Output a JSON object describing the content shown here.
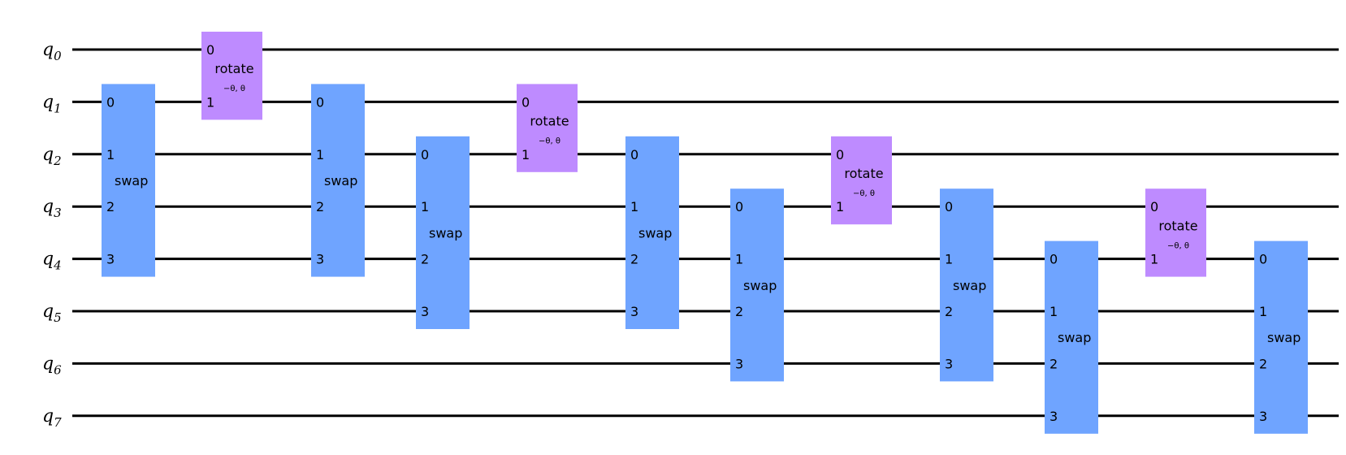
{
  "qubits": [
    {
      "base": "q",
      "index": "0"
    },
    {
      "base": "q",
      "index": "1"
    },
    {
      "base": "q",
      "index": "2"
    },
    {
      "base": "q",
      "index": "3"
    },
    {
      "base": "q",
      "index": "4"
    },
    {
      "base": "q",
      "index": "5"
    },
    {
      "base": "q",
      "index": "6"
    },
    {
      "base": "q",
      "index": "7"
    }
  ],
  "colors": {
    "swap": "#6fa4ff",
    "rotate": "#be8bff",
    "wire": "#000000"
  },
  "gates": [
    {
      "type": "swap",
      "label": "swap",
      "first_qubit": 1,
      "ports": [
        "0",
        "1",
        "2",
        "3"
      ]
    },
    {
      "type": "rotate",
      "label": "rotate",
      "param": "−θ, θ",
      "first_qubit": 0,
      "ports": [
        "0",
        "1"
      ]
    },
    {
      "type": "swap",
      "label": "swap",
      "first_qubit": 1,
      "ports": [
        "0",
        "1",
        "2",
        "3"
      ]
    },
    {
      "type": "swap",
      "label": "swap",
      "first_qubit": 2,
      "ports": [
        "0",
        "1",
        "2",
        "3"
      ]
    },
    {
      "type": "rotate",
      "label": "rotate",
      "param": "−θ, θ",
      "first_qubit": 1,
      "ports": [
        "0",
        "1"
      ]
    },
    {
      "type": "swap",
      "label": "swap",
      "first_qubit": 2,
      "ports": [
        "0",
        "1",
        "2",
        "3"
      ]
    },
    {
      "type": "swap",
      "label": "swap",
      "first_qubit": 3,
      "ports": [
        "0",
        "1",
        "2",
        "3"
      ]
    },
    {
      "type": "rotate",
      "label": "rotate",
      "param": "−θ, θ",
      "first_qubit": 2,
      "ports": [
        "0",
        "1"
      ]
    },
    {
      "type": "swap",
      "label": "swap",
      "first_qubit": 3,
      "ports": [
        "0",
        "1",
        "2",
        "3"
      ]
    },
    {
      "type": "swap",
      "label": "swap",
      "first_qubit": 4,
      "ports": [
        "0",
        "1",
        "2",
        "3"
      ]
    },
    {
      "type": "rotate",
      "label": "rotate",
      "param": "−θ, θ",
      "first_qubit": 3,
      "ports": [
        "0",
        "1"
      ]
    },
    {
      "type": "swap",
      "label": "swap",
      "first_qubit": 4,
      "ports": [
        "0",
        "1",
        "2",
        "3"
      ]
    }
  ]
}
